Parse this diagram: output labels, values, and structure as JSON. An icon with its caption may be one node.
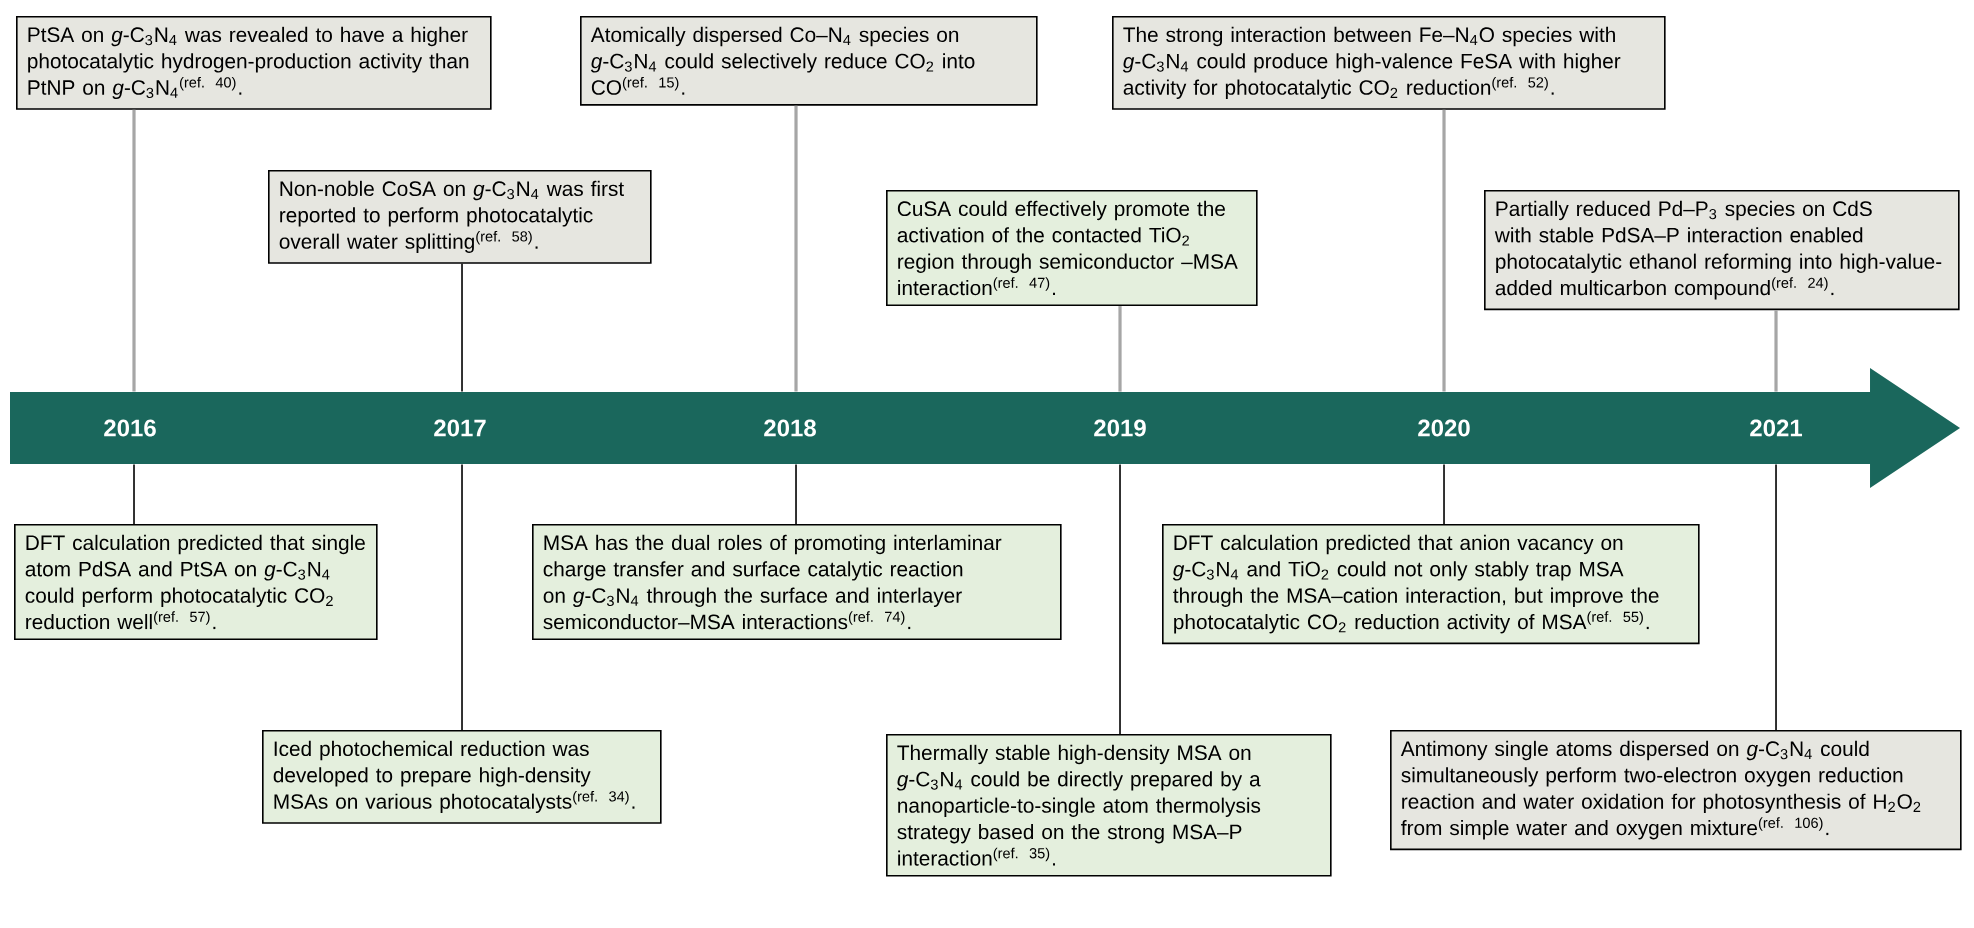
{
  "diagram": {
    "nodes": [
      {
        "text": [
          "PtSA on *g*-C$_{3}$N$_{4}$ was revealed to have a higher photocatalytic hydrogen-production activity than PtNP on *g*-C$_{3}$N$_{4}$$^{(ref. 40)}$."
        ]
      },
      {
        "text": [
          "Non-noble CoSA on *g*-C$_{3}$N$_{4}$ was first reported to perform photocatalytic overall water splitting$^{(ref. 58)}$."
        ]
      },
      {
        "text": [
          "Atomically dispersed Co–N$_{4}$ species on *g*-C$_{3}$N$_{4}$ could selectively reduce CO$_{2}$ into CO$^{(ref. 15)}$."
        ]
      },
      {
        "text": [
          "CuSA could effectively promote the activation of the contacted TiO$_{2}$ region through semiconductor –MSA interaction$^{(ref. 47)}$."
        ]
      },
      {
        "text": [
          "The strong interaction between Fe–N$_{4}$O species with *g*-C$_{3}$N$_{4}$ could produce high-valence FeSA with higher activity for photocatalytic CO$_{2}$ reduction$^{(ref. 52)}$."
        ]
      },
      {
        "text": [
          "Partially reduced Pd–P$_{3}$ species on CdS with stable PdSA–P interaction enabled photocatalytic ethanol reforming into high-value-added multicarbon compound$^{(ref. 24)}$."
        ]
      },
      {
        "text": [],
        "shape": "bar"
      },
      {
        "text": [
          "DFT calculation predicted that single atom PdSA and PtSA on *g*-C$_{3}$N$_{4}$ could perform photocatalytic CO$_{2}$ reduction well$^{(ref. 57)}$."
        ]
      },
      {
        "text": [
          "Iced photochemical reduction was developed to prepare high-density MSAs on various photocatalysts$^{(ref. 34)}$."
        ]
      },
      {
        "text": [
          "MSA has the dual roles of promoting interlaminar charge transfer and surface catalytic reaction on *g*-C$_{3}$N$_{4}$ through the surface and interlayer semiconductor–MSA interactions$^{(ref. 74)}$."
        ]
      },
      {
        "text": [
          "Thermally stable high-density MSA on *g*-C$_{3}$N$_{4}$ could be directly prepared by a nanoparticle-to-single atom thermolysis strategy based on the strong MSA–P interaction$^{(ref. 35)}$."
        ]
      },
      {
        "text": [
          "DFT calculation predicted that anion vacancy on *g*-C$_{3}$N$_{4}$ and TiO$_{2}$ could not only stably trap MSA through the MSA–cation interaction, but improve the photocatalytic CO$_{2}$ reduction activity of MSA$^{(ref. 55)}$."
        ]
      },
      {
        "text": [
          "Antimony single atoms dispersed on *g*-C$_{3}$N$_{4}$ could simultaneously perform two-electron oxygen reduction reaction and water oxidation for photosynthesis of H$_{2}$O$_{2}$ from simple water and oxygen mixture$^{(ref. 106)}$."
        ]
      }
    ],
    "edges": [
      {
        "from": 0,
        "to": 6,
        "arrow": "none",
        "color": "#a6a6a6"
      },
      {
        "from": 1,
        "to": 6,
        "arrow": "none"
      },
      {
        "from": 2,
        "to": 6,
        "arrow": "none",
        "color": "#a6a6a6"
      },
      {
        "from": 3,
        "to": 6,
        "arrow": "none",
        "color": "#a6a6a6"
      },
      {
        "from": 4,
        "to": 6,
        "arrow": "none",
        "color": "#a6a6a6"
      },
      {
        "from": 5,
        "to": 6,
        "arrow": "none",
        "color": "#a6a6a6"
      },
      {
        "from": 7,
        "to": 6,
        "arrow": "none"
      },
      {
        "from": 8,
        "to": 6,
        "arrow": "none"
      },
      {
        "from": 9,
        "to": 6,
        "arrow": "none"
      },
      {
        "from": 10,
        "to": 6,
        "arrow": "none"
      },
      {
        "from": 11,
        "to": 6,
        "arrow": "none"
      },
      {
        "from": 12,
        "to": 6,
        "arrow": "none"
      }
    ],
    "labels": [
      "2016",
      "2017",
      "2018",
      "2019",
      "2020",
      "2021"
    ]
  }
}
